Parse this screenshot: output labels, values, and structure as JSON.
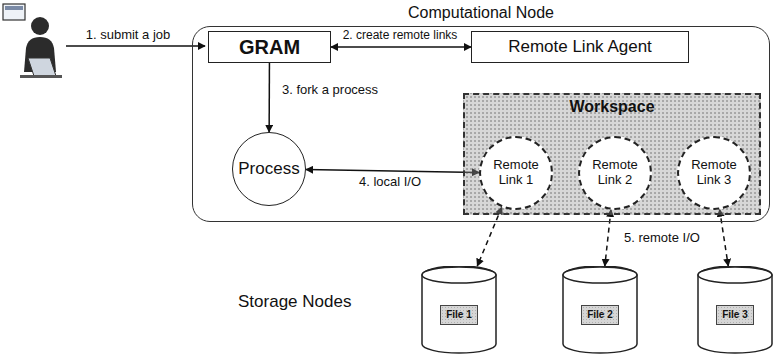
{
  "diagram": {
    "nodes": [
      {
        "text": [
          "Computational Node"
        ]
      },
      {
        "text": [
          "GRAM"
        ],
        "in": 0
      },
      {
        "text": [
          "Remote Link Agent"
        ],
        "in": 0
      },
      {
        "text": [
          "Process"
        ],
        "in": 0
      },
      {
        "text": [
          "Workspace"
        ],
        "in": 0
      },
      {
        "text": [
          "Remote Link 1"
        ],
        "in": 4
      },
      {
        "text": [
          "Remote Link 2"
        ],
        "in": 4
      },
      {
        "text": [
          "Remote Link 3"
        ],
        "in": 4
      },
      {
        "text": [
          "File 1"
        ]
      },
      {
        "text": [
          "File 2"
        ]
      },
      {
        "text": [
          "File 3"
        ]
      }
    ],
    "edges": [
      {
        "from": 1,
        "to": 2,
        "arrow": "both",
        "label": "2. create remote links"
      },
      {
        "from": 1,
        "to": 3,
        "arrow": "to",
        "label": "3. fork a process"
      },
      {
        "from": 3,
        "to": 5,
        "arrow": "both",
        "label": "4. local I/O"
      },
      {
        "from": 5,
        "to": 8,
        "arrow": "both"
      },
      {
        "from": 6,
        "to": 9,
        "arrow": "both",
        "label": "5. remote I/O"
      },
      {
        "from": 7,
        "to": 10,
        "arrow": "both"
      }
    ],
    "labels": [
      "1. submit a job",
      "Storage Nodes"
    ]
  }
}
